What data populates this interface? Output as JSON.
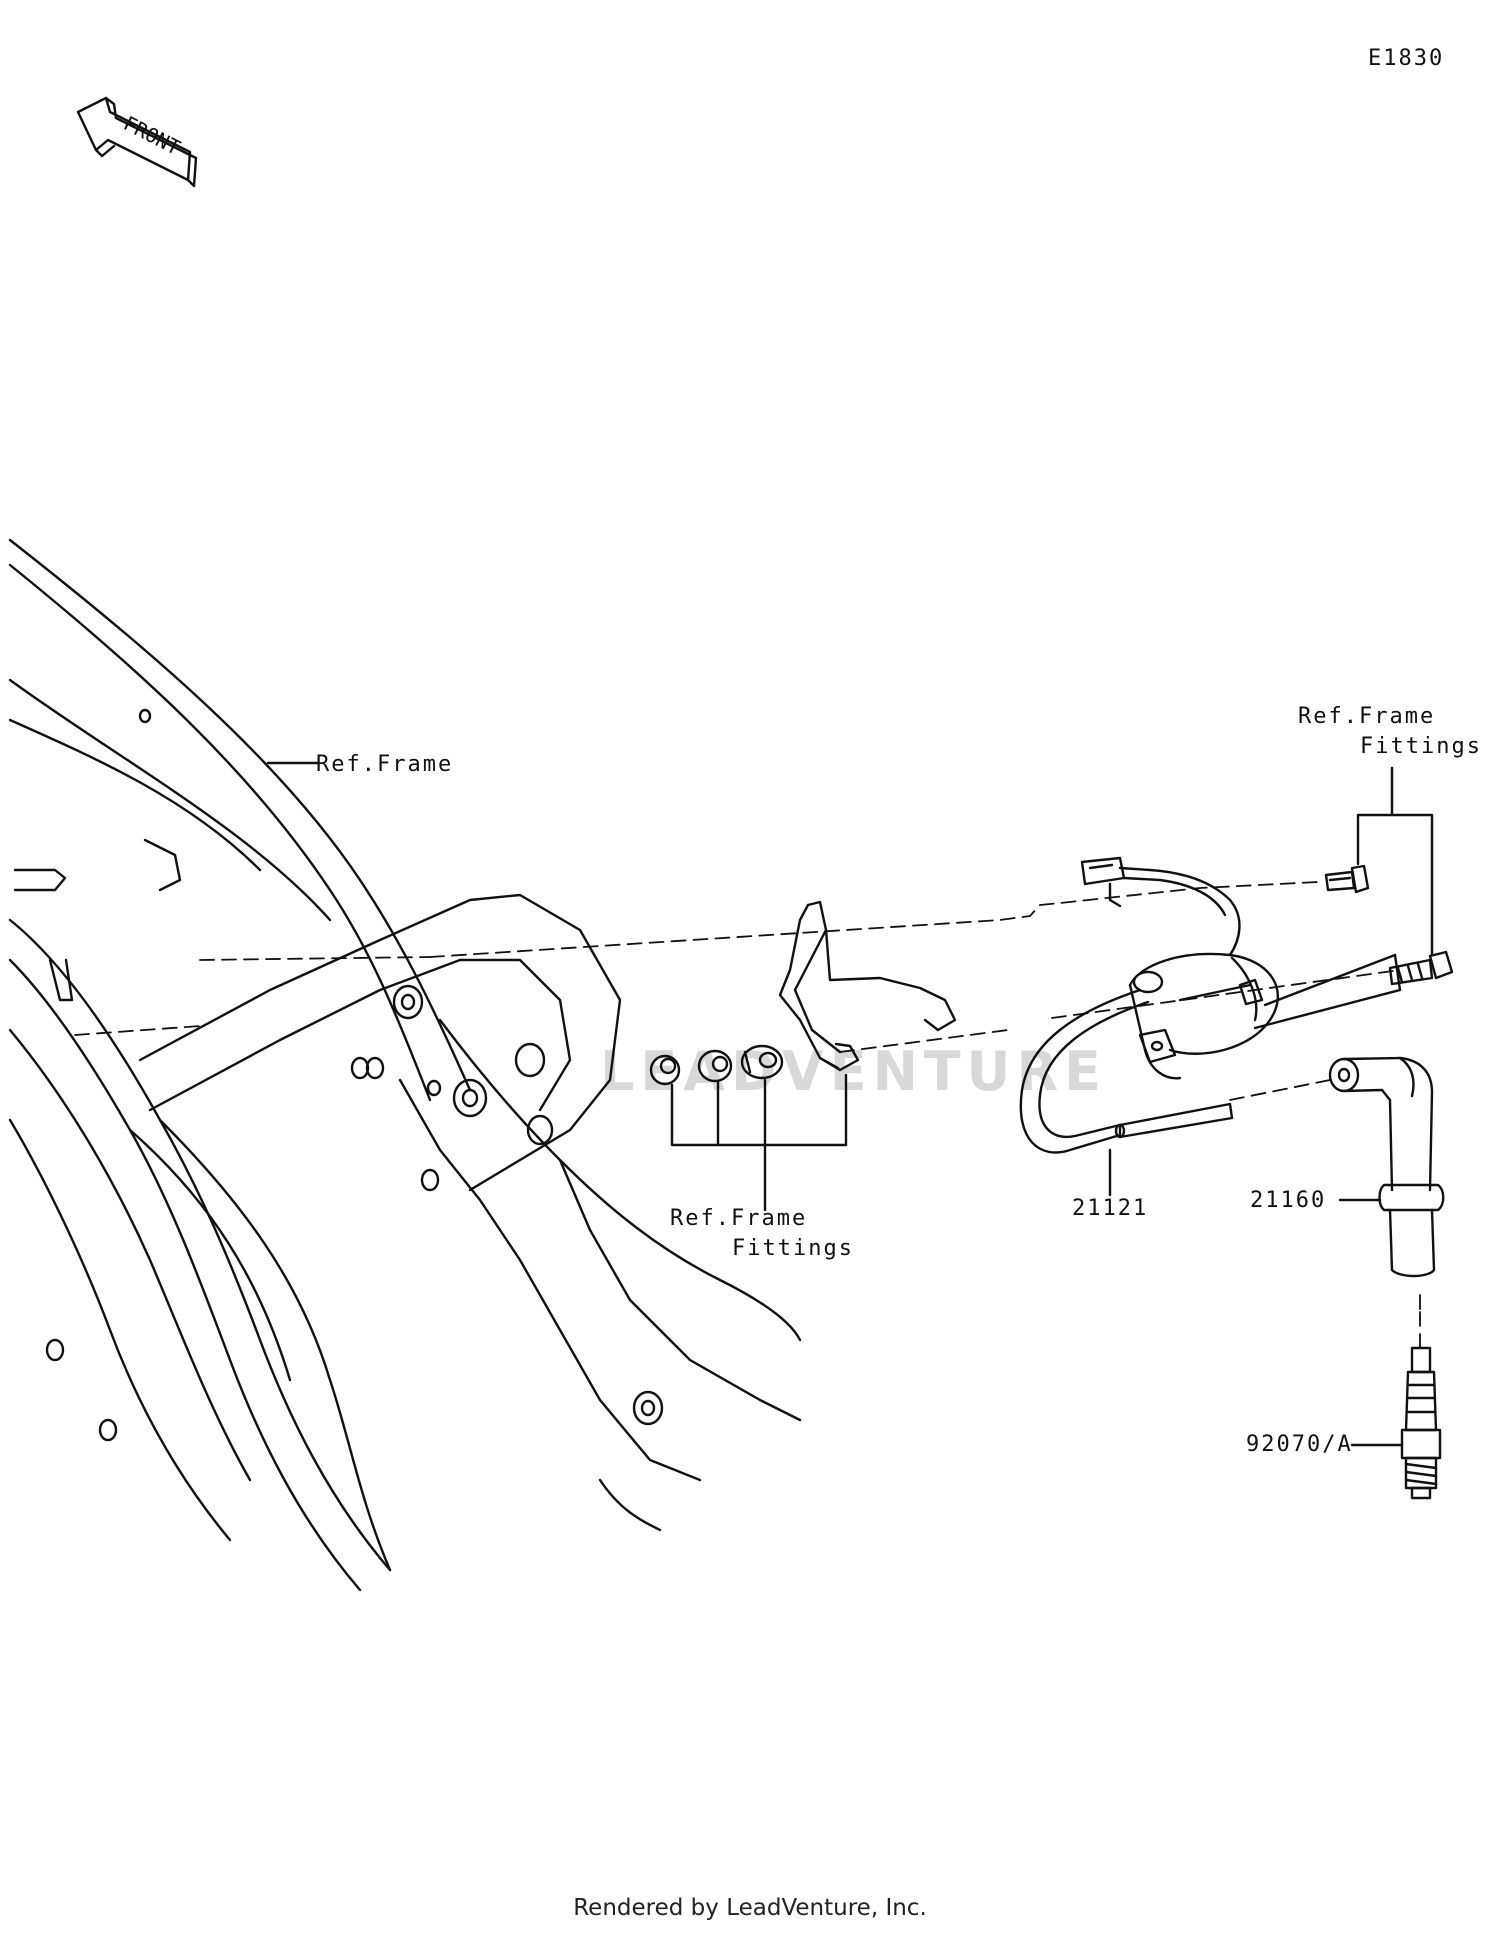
{
  "diagram_code": "E1830",
  "front_label": "FRONT",
  "watermark": "LEADVENTURE",
  "labels": {
    "ref_frame": "Ref.Frame",
    "ref_frame_fittings_top_1": "Ref.Frame",
    "ref_frame_fittings_top_2": "Fittings",
    "ref_frame_fittings_mid_1": "Ref.Frame",
    "ref_frame_fittings_mid_2": "Fittings",
    "part_ignition_coil": "21121",
    "part_plug_cap": "21160",
    "part_spark_plug": "92070/A"
  },
  "footer": "Rendered by LeadVenture, Inc."
}
